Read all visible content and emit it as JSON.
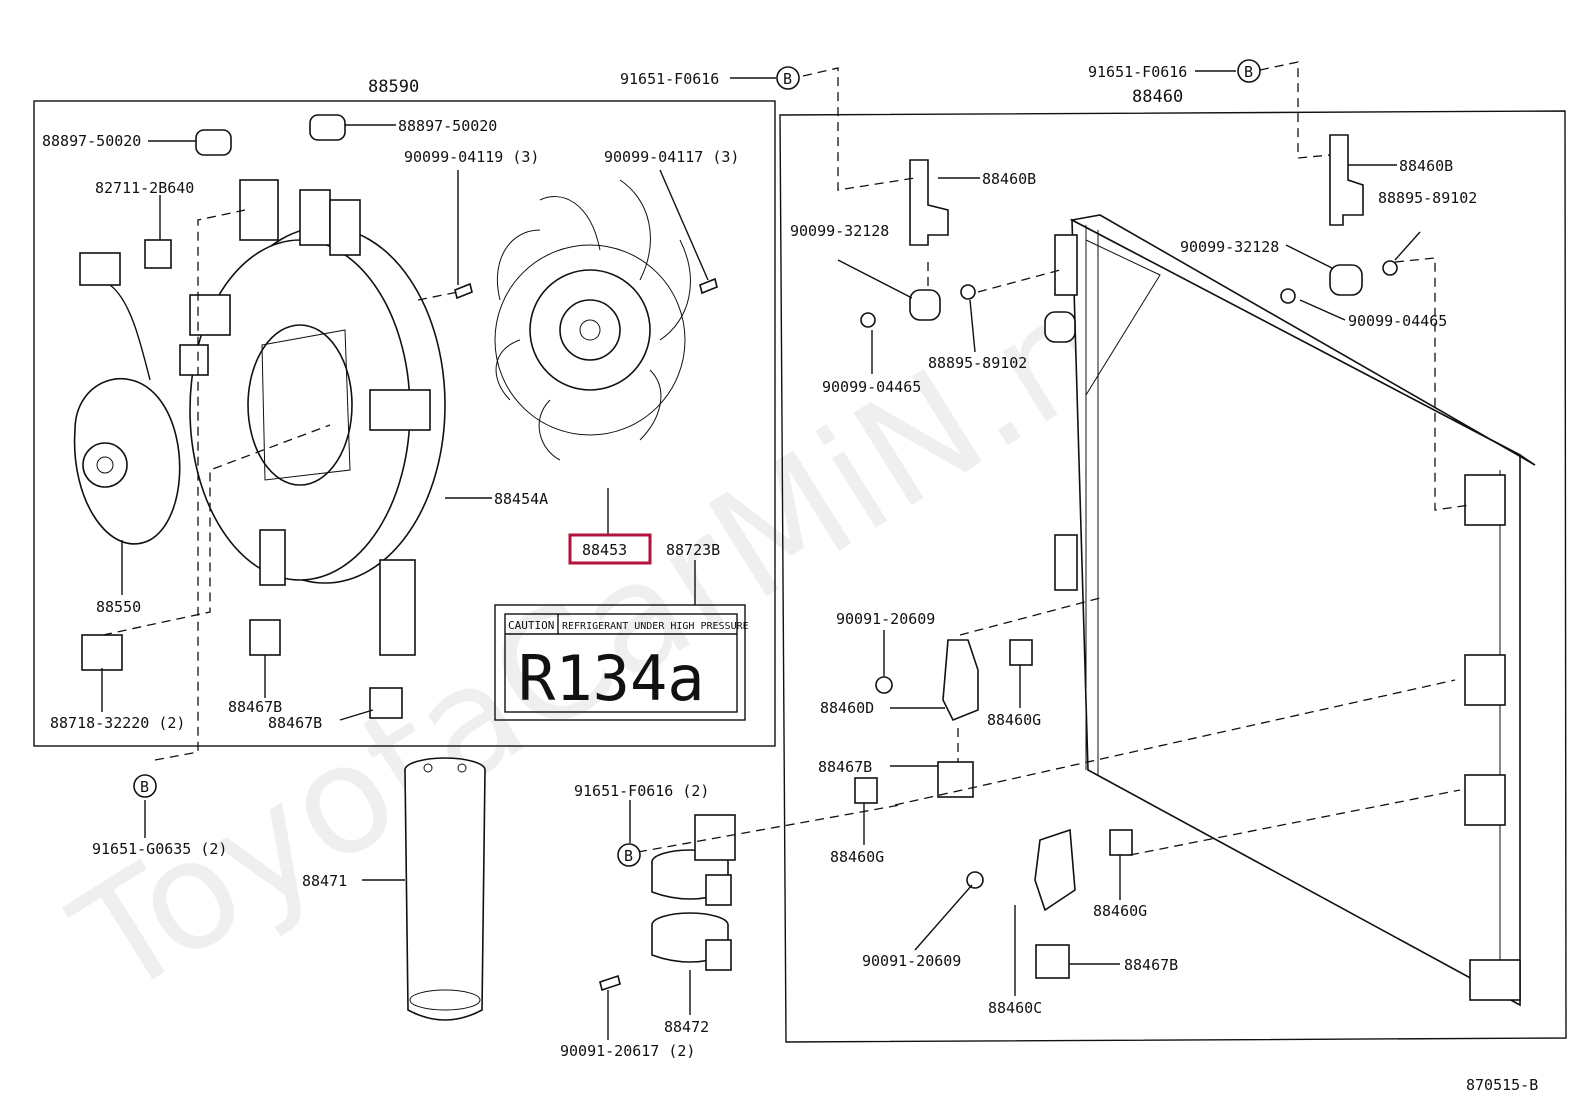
{
  "diagram_code": "870515-B",
  "watermark": "ToyotaCarMiN.ru",
  "highlight_color": "#b3123a",
  "assemblies": {
    "fan_shroud": "88590",
    "condenser": "88460"
  },
  "callouts": {
    "b_top1_part": "91651-F0616",
    "b_top2_part": "91651-F0616",
    "b_mid_part": "91651-F0616 (2)",
    "b_left_part": "91651-G0635 (2)",
    "b_marker": "B",
    "cushion_a": "88897-50020",
    "cushion_b": "88897-50020",
    "clip": "82711-2B640",
    "bolt_fan_left": "90099-04119 (3)",
    "bolt_fan_right": "90099-04117 (3)",
    "shroud": "88454A",
    "fan": "88453",
    "label_plate": "88723B",
    "motor": "88550",
    "clamp": "88718-32220 (2)",
    "rubber_b1": "88467B",
    "rubber_b2": "88467B",
    "bracket_b1": "88460B",
    "bracket_b2": "88460B",
    "cushion_c1": "90099-32128",
    "cushion_c2": "90099-32128",
    "pin_1": "88895-89102",
    "pin_2": "88895-89102",
    "bolt_c1": "90099-04465",
    "bolt_c2": "90099-04465",
    "bolt_d": "90091-20609",
    "bracket_d": "88460D",
    "grommet_g1": "88460G",
    "rubber_b3": "88467B",
    "grommet_g2": "88460G",
    "grommet_g3": "88460G",
    "bolt_d2": "90091-20609",
    "bracket_c": "88460C",
    "rubber_b4": "88467B",
    "receiver": "88471",
    "bracket_set": "88472",
    "bolt_bottom": "90091-20617 (2)"
  },
  "label_plate_text": {
    "caution": "CAUTION",
    "warning": "REFRIGERANT UNDER HIGH PRESSURE",
    "refrigerant": "R134a"
  }
}
